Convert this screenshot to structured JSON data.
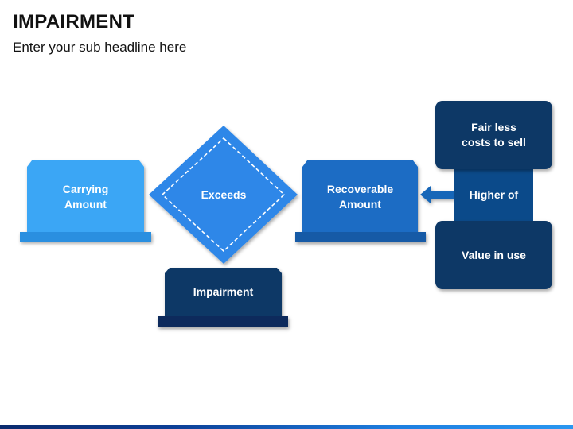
{
  "header": {
    "title": "IMPAIRMENT",
    "subtitle": "Enter your sub headline here"
  },
  "diagram": {
    "carrying_amount": "Carrying\nAmount",
    "exceeds": "Exceeds",
    "impairment": "Impairment",
    "recoverable_amount": "Recoverable\nAmount",
    "higher_of": "Higher of",
    "fair_less_costs": "Fair less\ncosts to sell",
    "value_in_use": "Value in use"
  },
  "colors": {
    "light_blue": "#3aa6f5",
    "mid_blue": "#1f74d3",
    "navy": "#0b3766",
    "dark_navy": "#0a2a5c"
  }
}
